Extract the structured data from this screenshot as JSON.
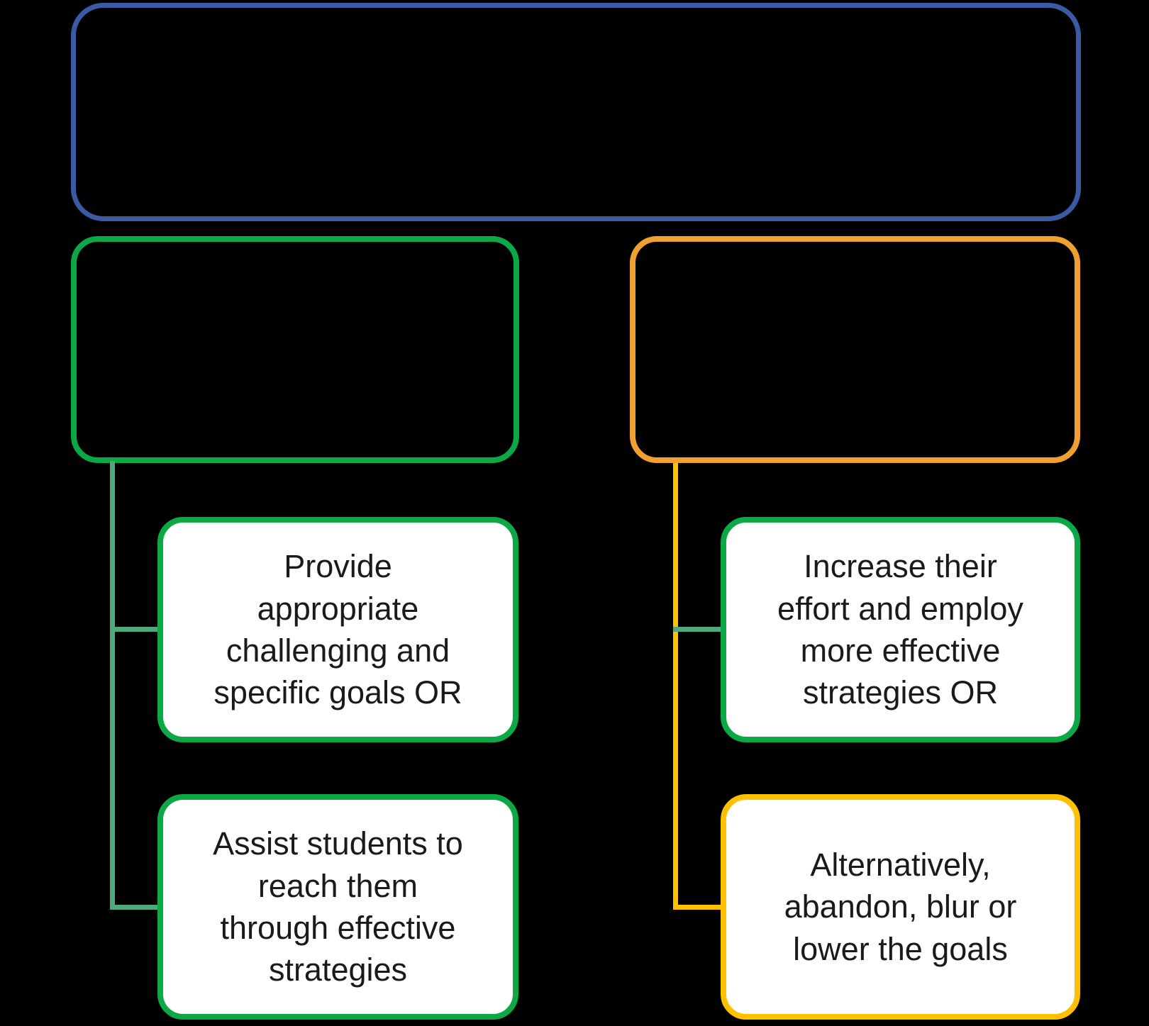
{
  "diagram": {
    "background_color": "#000000",
    "text_color": "#1A1A1A",
    "top_box": {
      "label": "",
      "border_color": "#3A5BA4"
    },
    "left_branch_box": {
      "label": "",
      "border_color": "#0BA845"
    },
    "right_branch_box": {
      "label": "",
      "border_color": "#F0A030"
    },
    "leaves": [
      {
        "text": "Provide\nappropriate\nchallenging and\nspecific goals OR",
        "border_color": "#0BA845"
      },
      {
        "text": "Assist students to\nreach them\nthrough effective\nstrategies",
        "border_color": "#0BA845"
      },
      {
        "text": "Increase their\neffort and employ\nmore effective\nstrategies OR",
        "border_color": "#0BA845"
      },
      {
        "text": "Alternatively,\nabandon, blur or\nlower the goals",
        "border_color": "#FFC000"
      }
    ],
    "connectors": {
      "left_vertical_color": "#4FA97D",
      "left_branch_color": "#4FA97D",
      "right_vertical_color": "#FFC000",
      "right_branch_top_color": "#4FA97D",
      "right_branch_bottom_color": "#FFC000"
    }
  }
}
